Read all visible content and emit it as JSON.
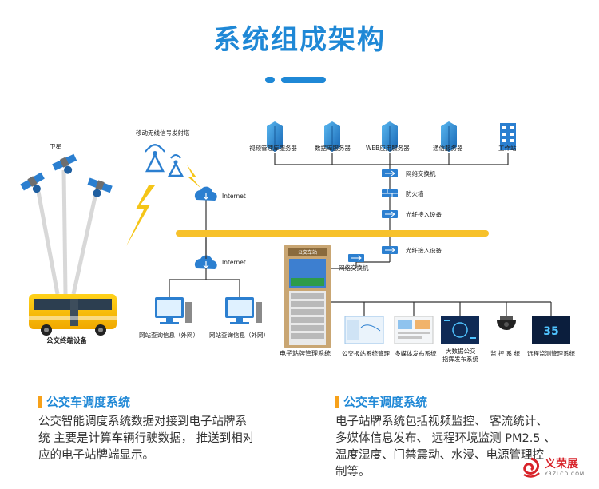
{
  "title": "系统组成架构",
  "colors": {
    "accent": "#1f88d6",
    "bus": "#f7c12a",
    "bolt": "#f5c518",
    "marker": "#f7a11a"
  },
  "labels": {
    "satellite": "卫星",
    "tower": "移动无线信号发射塔",
    "internet_top": "Internet",
    "internet_bottom": "Internet",
    "bus_device": "公交终端设备",
    "query_left": "网站查询信息（外网）",
    "query_right": "网站查询信息（外网）",
    "srv_video": "视频管理库服务器",
    "srv_db": "数据库服务器",
    "srv_web": "WEB应用服务器",
    "srv_comm": "通信服务器",
    "workstation": "工作站",
    "switch_top": "网络交换机",
    "firewall": "防火墙",
    "fiber_top": "光纤接入设备",
    "fiber_bottom": "光纤接入设备",
    "switch_bottom": "网络交换机",
    "kiosk_header": "公交车站",
    "kiosk": "电子站牌管理系统",
    "sys_release": "公交报站系统管理",
    "sys_media": "多媒体发布系统",
    "sys_bigdata_1": "大数据公交",
    "sys_bigdata_2": "指挥发布系统",
    "sys_monitor": "监 控 系 统",
    "sys_env": "远程监测管理系统",
    "env_value": "35"
  },
  "sections": [
    {
      "heading": "公交车调度系统",
      "lines": [
        "公交智能调度系统数据对接到电子站牌系",
        "统 主要是计算车辆行驶数据， 推送到相对",
        "应的电子站牌端显示。"
      ]
    },
    {
      "heading": "公交车调度系统",
      "lines": [
        "电子站牌系统包括视频监控、 客流统计、",
        "多媒体信息发布、 远程环境监测 PM2.5 、",
        "温度湿度、门禁震动、水浸、电源管理控",
        "制等。"
      ]
    }
  ],
  "watermark": {
    "brand": "义荣展",
    "url": "YRZLCD.COM"
  }
}
